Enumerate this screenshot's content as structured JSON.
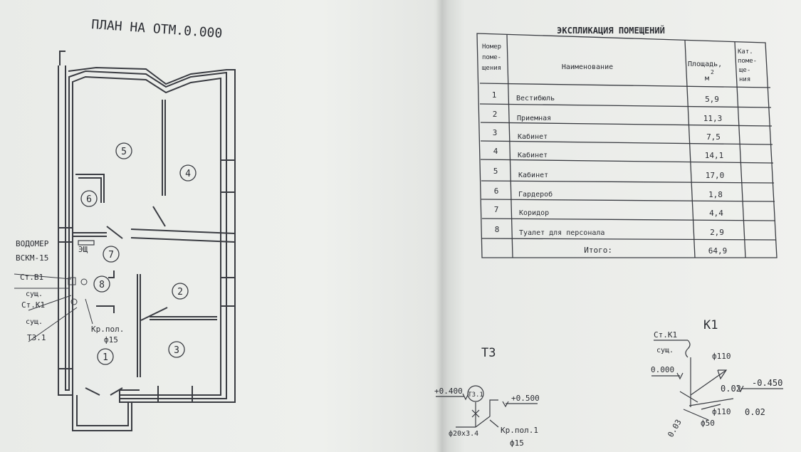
{
  "plan": {
    "title": "ПЛАН НА ОТМ.0.000",
    "rooms": [
      "1",
      "2",
      "3",
      "4",
      "5",
      "6",
      "7",
      "8"
    ],
    "shield_label": "ЭЩ",
    "annotations": {
      "vodomer_1": "ВОДОМЕР",
      "vodomer_2": "ВСКМ-15",
      "st_b1": "Ст.В1",
      "sush_1": "сущ.",
      "st_k1": "Ст.К1",
      "sush_2": "сущ.",
      "t3_1": "Т3.1",
      "kr_pol": "Кр.пол.",
      "kr_pol_d": "ф15"
    }
  },
  "explication": {
    "title": "ЭКСПЛИКАЦИЯ ПОМЕЩЕНИЙ",
    "headers": {
      "number": [
        "Номер",
        "поме-",
        "щения"
      ],
      "name": "Наименование",
      "area": [
        "Площадь,",
        "м",
        "2"
      ],
      "category": [
        "Кат.",
        "поме-",
        "ще-",
        "ния"
      ]
    },
    "rows": [
      {
        "num": "1",
        "name": "Вестибюль",
        "area": "5,9"
      },
      {
        "num": "2",
        "name": "Приемная",
        "area": "11,3"
      },
      {
        "num": "3",
        "name": "Кабинет",
        "area": "7,5"
      },
      {
        "num": "4",
        "name": "Кабинет",
        "area": "14,1"
      },
      {
        "num": "5",
        "name": "Кабинет",
        "area": "17,0"
      },
      {
        "num": "6",
        "name": "Гардероб",
        "area": "1,8"
      },
      {
        "num": "7",
        "name": "Коридор",
        "area": "4,4"
      },
      {
        "num": "8",
        "name": "Туалет для персонала",
        "area": "2,9"
      }
    ],
    "total_label": "Итого:",
    "total_value": "64,9"
  },
  "t3_diagram": {
    "title": "Т3",
    "mark_left": "+0.400",
    "mark_right": "+0.500",
    "riser": "Т3.1",
    "pipe": "ф20х3.4",
    "kr_pol": "Кр.пол.1",
    "kr_pol_d": "ф15"
  },
  "k1_diagram": {
    "title": "К1",
    "riser_1": "Ст.К1",
    "riser_2": "сущ.",
    "d110_top": "ф110",
    "mark_zero": "0.000",
    "mark_minus": "-0.450",
    "slope_1": "0.02",
    "slope_2": "0.02",
    "d110_bottom": "ф110",
    "slope_3": "0.03",
    "d50": "ф50"
  }
}
